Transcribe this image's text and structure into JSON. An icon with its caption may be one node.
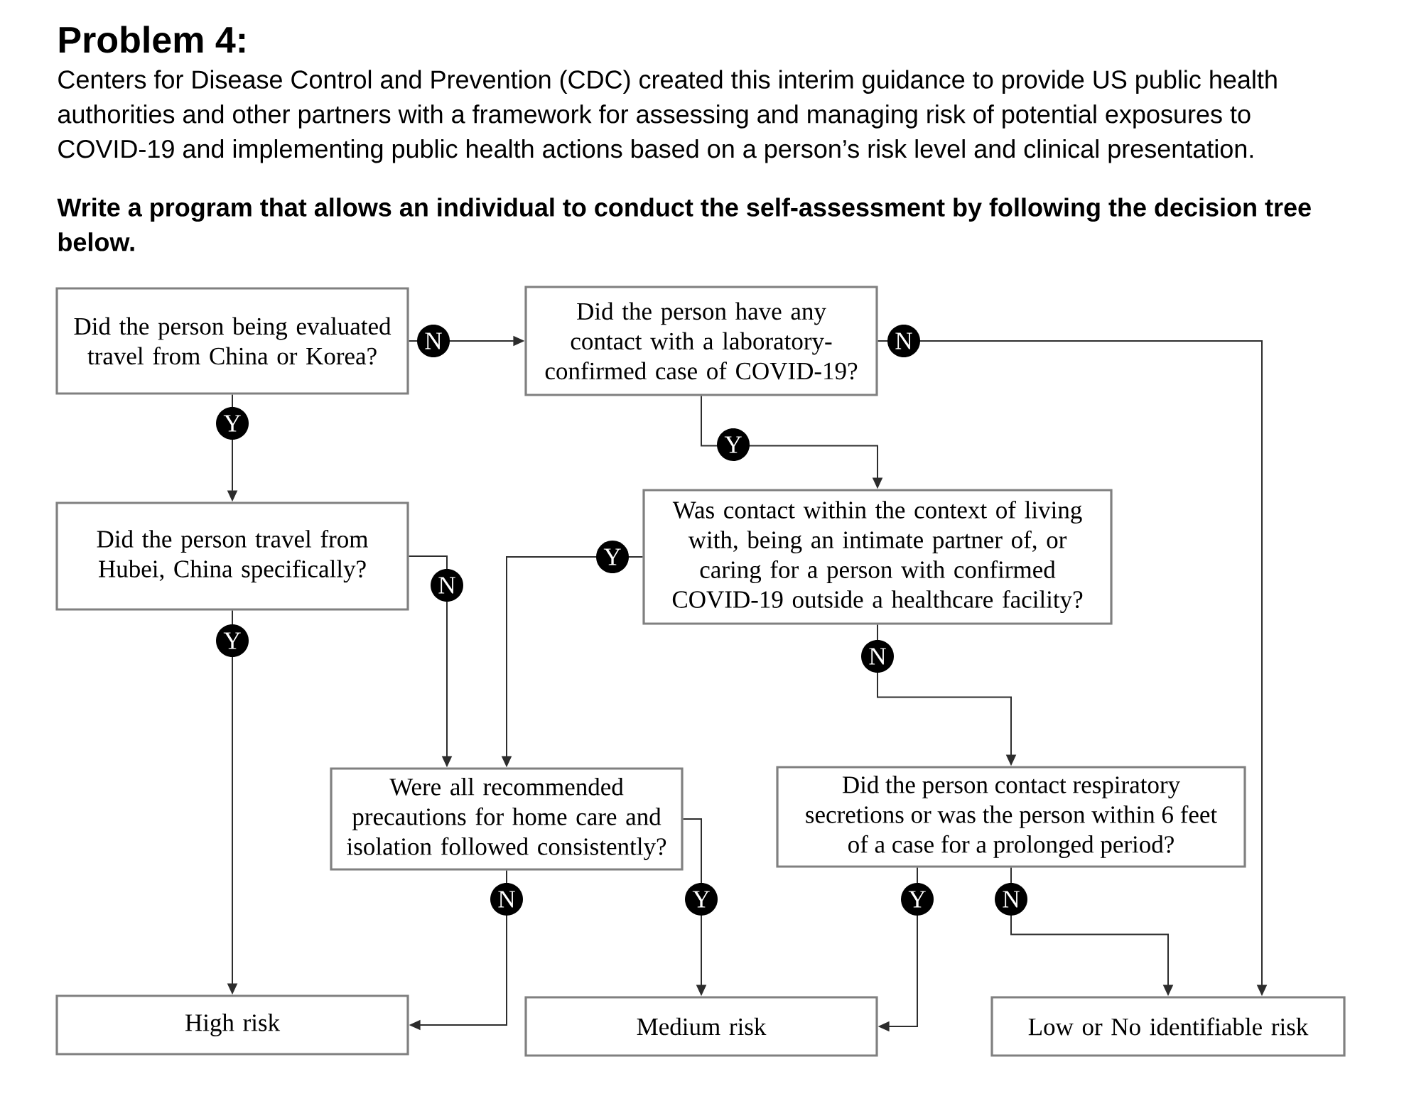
{
  "diagram": {
    "title": "Problem 4:",
    "nodes": [
      {
        "text": [
          "Did the person being evaluated travel from China or Korea?"
        ]
      },
      {
        "text": [
          "Did the person have any contact with a laboratory-confirmed case of COVID-19?"
        ]
      },
      {
        "text": [
          "Did the person travel from Hubei, China specifically?"
        ]
      },
      {
        "text": [
          "Was contact within the context of living with, being an intimate partner of, or caring for a person with confirmed COVID-19 outside a healthcare facility?"
        ]
      },
      {
        "text": [
          "Were all recommended precautions for home care and isolation followed consistently?"
        ]
      },
      {
        "text": [
          "Did the person contact respiratory secretions or was the person within 6 feet of a case for a prolonged period?"
        ]
      },
      {
        "text": [
          "High risk"
        ]
      },
      {
        "text": [
          "Medium risk"
        ]
      },
      {
        "text": [
          "Low or No identifiable risk"
        ]
      }
    ],
    "edges": [
      {
        "from": 0,
        "to": 1,
        "arrow": "to",
        "label": "N"
      },
      {
        "from": 1,
        "to": 8,
        "arrow": "to",
        "label": "N"
      },
      {
        "from": 0,
        "to": 2,
        "arrow": "to",
        "label": "Y"
      },
      {
        "from": 1,
        "to": 3,
        "arrow": "to",
        "label": "Y"
      },
      {
        "from": 2,
        "to": 6,
        "arrow": "to",
        "label": "Y"
      },
      {
        "from": 2,
        "to": 4,
        "arrow": "to",
        "label": "N"
      },
      {
        "from": 3,
        "to": 4,
        "arrow": "to",
        "label": "Y"
      },
      {
        "from": 3,
        "to": 5,
        "arrow": "to",
        "label": "N"
      },
      {
        "from": 4,
        "to": 6,
        "arrow": "to",
        "label": "N"
      },
      {
        "from": 4,
        "to": 7,
        "arrow": "to",
        "label": "Y"
      },
      {
        "from": 5,
        "to": 7,
        "arrow": "to",
        "label": "Y"
      },
      {
        "from": 5,
        "to": 8,
        "arrow": "to",
        "label": "N"
      }
    ],
    "labels": [
      "Centers for Disease Control and Prevention (CDC) created this interim guidance to provide US public health authorities and other partners with a framework for assessing and managing risk of potential exposures to COVID-19 and implementing public health actions based on a person’s risk level and clinical presentation.",
      "Write a program that allows an individual to conduct the self-assessment by following the decision tree below."
    ]
  }
}
